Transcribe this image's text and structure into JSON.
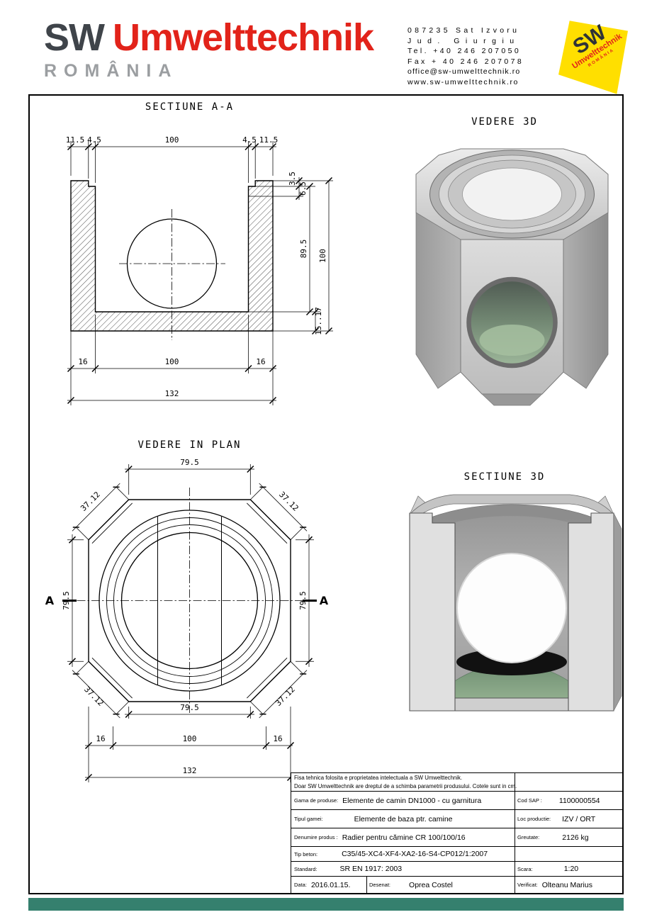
{
  "header": {
    "brand_sw": "SW",
    "brand_name": "Umwelttechnik",
    "brand_country": "ROMÂNIA",
    "contact": [
      "087235 Sat Izvoru",
      "Jud. Giurgiu",
      "Tel. +40 246 207050",
      "Fax + 40 246 207078",
      "office@sw-umwelttechnik.ro",
      "www.sw-umwelttechnik.ro"
    ],
    "badge": {
      "sw": "SW",
      "name": "Umwelttechnik",
      "country": "ROMÂNIA"
    }
  },
  "sections": {
    "section_aa": {
      "title": "SECTIUNE A-A",
      "dims": {
        "top": [
          "11.5",
          "4.5",
          "100",
          "4.5",
          "11.5"
        ],
        "step": [
          "3.5",
          "6.5"
        ],
        "right_inner": "89.5",
        "right_outer": "100",
        "floor": "15..17",
        "bottom": [
          "16",
          "100",
          "16"
        ],
        "overall": "132"
      }
    },
    "view3d": {
      "title": "VEDERE 3D"
    },
    "plan": {
      "title": "VEDERE IN PLAN",
      "dims": {
        "top_flat": "79.5",
        "chamfer": "37.12",
        "left_flat": "79.5",
        "right_flat": "79.5",
        "bottom_flat": "79.5",
        "bottom": [
          "16",
          "100",
          "16"
        ],
        "overall": "132",
        "marker": "A"
      }
    },
    "section3d": {
      "title": "SECTIUNE 3D"
    }
  },
  "title_block": {
    "disclaimer1": "Fisa tehnica folosita e proprietatea intelectuala a SW Umwelttechnik.",
    "disclaimer2": "Doar SW Umwelttechnik are dreptul de a schimba parametrii produsului. Cotele sunt in cm.",
    "gama_label": "Gama de produse:",
    "gama_value": "Elemente de camin DN1000 - cu garnitura",
    "cod_sap_label": "Cod SAP :",
    "cod_sap_value": "1100000554",
    "tip_gamei_label": "Tipul gamei:",
    "tip_gamei_value": "Elemente de baza ptr. camine",
    "loc_label": "Loc productie:",
    "loc_value": "IZV / ORT",
    "denumire_label": "Denumire produs :",
    "denumire_value": "Radier pentru cămine CR 100/100/16",
    "greutate_label": "Greutate:",
    "greutate_value": "2126 kg",
    "beton_label": "Tip beton:",
    "beton_value": "C35/45-XC4-XF4-XA2-16-S4-CP012/1:2007",
    "standard_label": "Standard:",
    "standard_value": "SR EN 1917: 2003",
    "scara_label": "Scara:",
    "scara_value": "1:20",
    "data_label": "Data:",
    "data_value": "2016.01.15.",
    "desenat_label": "Desenat:",
    "desenat_value": "Oprea Costel",
    "verificat_label": "Verificat:",
    "verificat_value": "Olteanu Marius"
  },
  "colors": {
    "brand_red": "#e2231a",
    "brand_gray": "#3f444a",
    "badge_yellow": "#ffdf00",
    "footer_teal": "#35806e",
    "benching_green": "#7e9b7e",
    "concrete_gray": "#c9c9c9"
  }
}
